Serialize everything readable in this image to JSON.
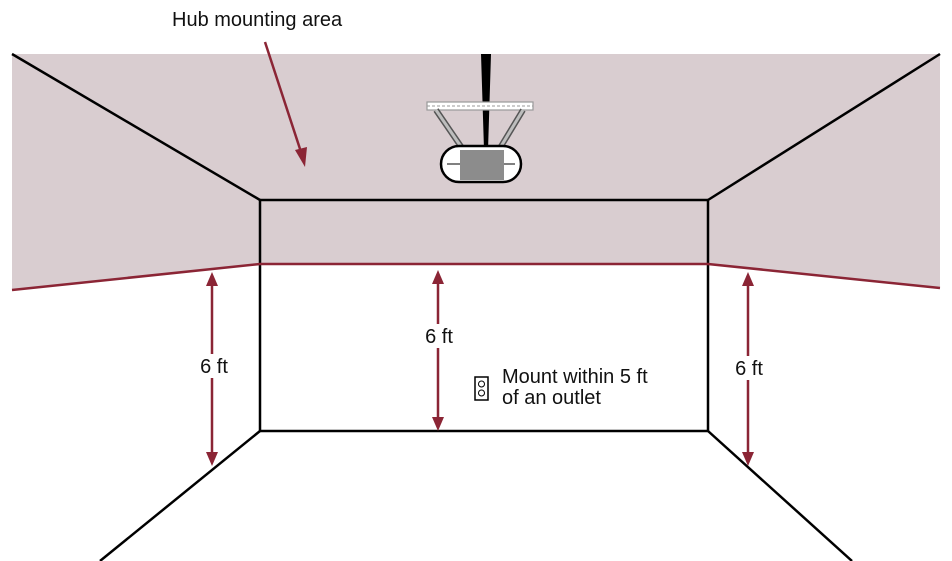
{
  "labels": {
    "hub_area": "Hub mounting area",
    "height_left": "6 ft",
    "height_center": "6 ft",
    "height_right": "6 ft",
    "outlet_line1": "Mount within 5 ft",
    "outlet_line2": "of an outlet"
  },
  "icons": {
    "opener": "garage-door-opener-icon",
    "outlet": "wall-outlet-icon"
  },
  "colors": {
    "ceiling": "#d9cdd0",
    "accent": "#8b2535",
    "edge": "#000000",
    "opener_body": "#8c8c8c",
    "rail": "#bdbdbd"
  }
}
